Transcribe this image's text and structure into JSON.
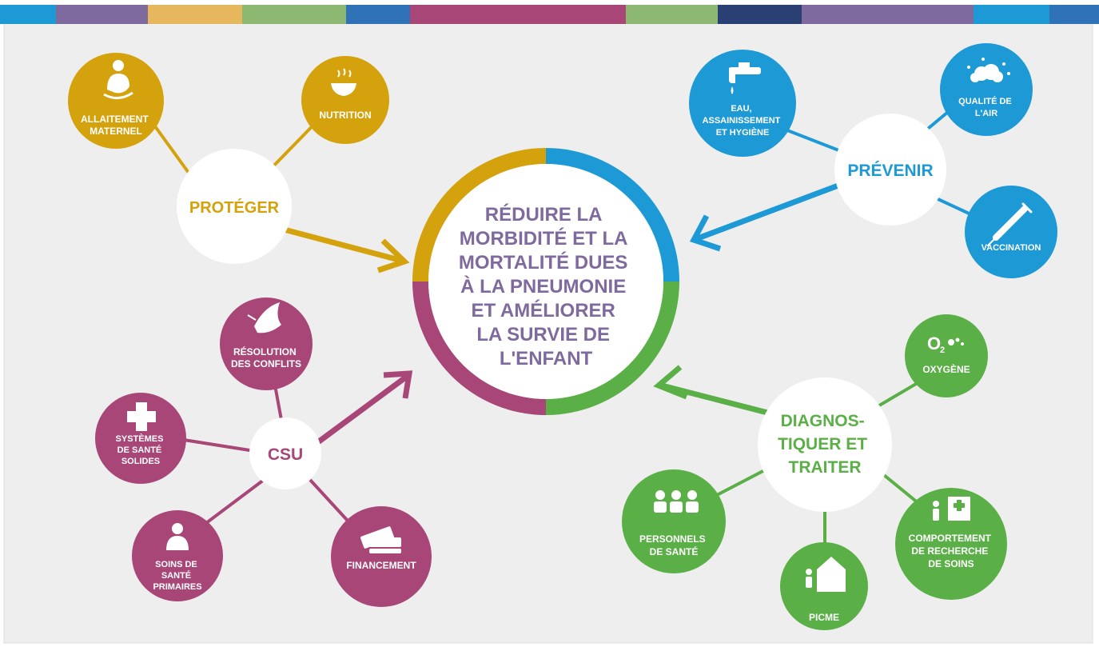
{
  "colors": {
    "background": "#eeeeee",
    "center_text": "#7e6a9c",
    "protect": "#d4a20c",
    "prevent": "#1d9ad6",
    "diagnose": "#5aaf46",
    "csu": "#a84677",
    "node_text": "#ffffff"
  },
  "top_bar": [
    "#1d9ad6",
    "#7e6a9c",
    "#e7b75d",
    "#8db872",
    "#2f72b8",
    "#a84677",
    "#8db872",
    "#2a4075",
    "#7e6a9c",
    "#1d9ad6",
    "#2f72b8"
  ],
  "center": {
    "lines": [
      "RÉDUIRE LA",
      "MORBIDITÉ ET LA",
      "MORTALITÉ DUES",
      "À LA PNEUMONIE",
      "ET AMÉLIORER",
      "LA SURVIE DE",
      "L'ENFANT"
    ]
  },
  "protect": {
    "hub": "PROTÉGER",
    "nodes": [
      {
        "lines": [
          "ALLAITEMENT",
          "MATERNEL"
        ],
        "icon": "breastfeeding-icon"
      },
      {
        "lines": [
          "NUTRITION"
        ],
        "icon": "food-bowl-icon"
      }
    ]
  },
  "prevent": {
    "hub": "PRÉVENIR",
    "nodes": [
      {
        "lines": [
          "EAU,",
          "ASSAINISSEMENT",
          "ET HYGIÈNE"
        ],
        "icon": "water-tap-icon"
      },
      {
        "lines": [
          "QUALITÉ DE",
          "L'AIR"
        ],
        "icon": "air-cloud-icon"
      },
      {
        "lines": [
          "VACCINATION"
        ],
        "icon": "syringe-icon"
      }
    ]
  },
  "diagnose": {
    "hub_lines": [
      "DIAGNOS-",
      "TIQUER ET",
      "TRAITER"
    ],
    "nodes": [
      {
        "lines": [
          "OXYGÈNE"
        ],
        "icon": "oxygen-icon",
        "o2": "O"
      },
      {
        "lines": [
          "PERSONNELS",
          "DE SANTÉ"
        ],
        "icon": "health-workers-icon"
      },
      {
        "lines": [
          "PICME"
        ],
        "icon": "community-care-icon"
      },
      {
        "lines": [
          "COMPORTEMENT",
          "DE RECHERCHE",
          "DE SOINS"
        ],
        "icon": "care-seeking-icon"
      }
    ]
  },
  "csu": {
    "hub": "CSU",
    "nodes": [
      {
        "lines": [
          "RÉSOLUTION",
          "DES CONFLITS"
        ],
        "icon": "dove-icon"
      },
      {
        "lines": [
          "SYSTÈMES",
          "DE SANTÉ",
          "SOLIDES"
        ],
        "icon": "health-cross-icon"
      },
      {
        "lines": [
          "SOINS DE",
          "SANTÉ",
          "PRIMAIRES"
        ],
        "icon": "mother-child-icon"
      },
      {
        "lines": [
          "FINANCEMENT"
        ],
        "icon": "money-icon"
      }
    ]
  }
}
